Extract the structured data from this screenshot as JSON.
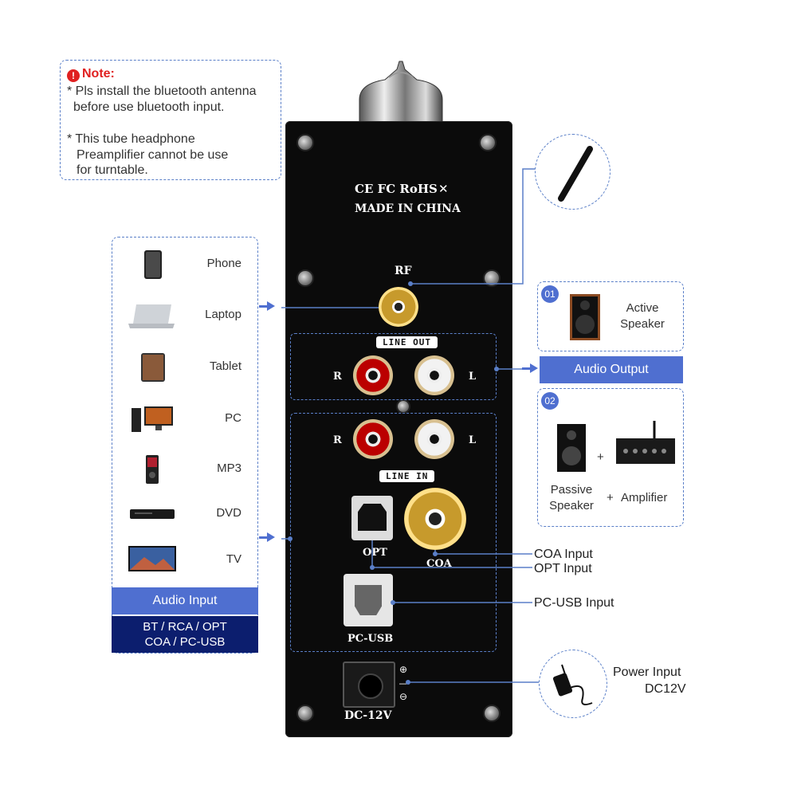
{
  "note": {
    "title": "Note:",
    "lines": [
      "* Pls install the bluetooth antenna",
      "before use bluetooth input.",
      "* This tube headphone",
      "Preamplifier cannot be use",
      "for turntable."
    ]
  },
  "panel": {
    "cert": "CE FC RoHS",
    "made_in": "MADE IN CHINA",
    "rf": "RF",
    "line_out": "LINE OUT",
    "line_in": "LINE IN",
    "r": "R",
    "l": "L",
    "opt": "OPT",
    "coa": "COA",
    "pc_usb": "PC-USB",
    "dc": "DC-12V"
  },
  "inputs": {
    "devices": [
      "Phone",
      "Laptop",
      "Tablet",
      "PC",
      "MP3",
      "DVD",
      "TV"
    ],
    "bar_label": "Audio Input",
    "sub_line1": "BT / RCA / OPT",
    "sub_line2": "COA / PC-USB"
  },
  "outputs": {
    "opt1_num": "01",
    "opt1_label_1": "Active",
    "opt1_label_2": "Speaker",
    "bar_label": "Audio Output",
    "opt2_num": "02",
    "passive_1": "Passive",
    "passive_2": "Speaker",
    "plus": "+",
    "amplifier": "Amplifier"
  },
  "callouts": {
    "coa_input": "COA Input",
    "opt_input": "OPT Input",
    "pcusb_input": "PC-USB Input",
    "power_1": "Power Input",
    "power_2": "DC12V"
  },
  "colors": {
    "accent": "#4f6fd0",
    "navy": "#0c1e6e",
    "note_red": "#e02020"
  }
}
